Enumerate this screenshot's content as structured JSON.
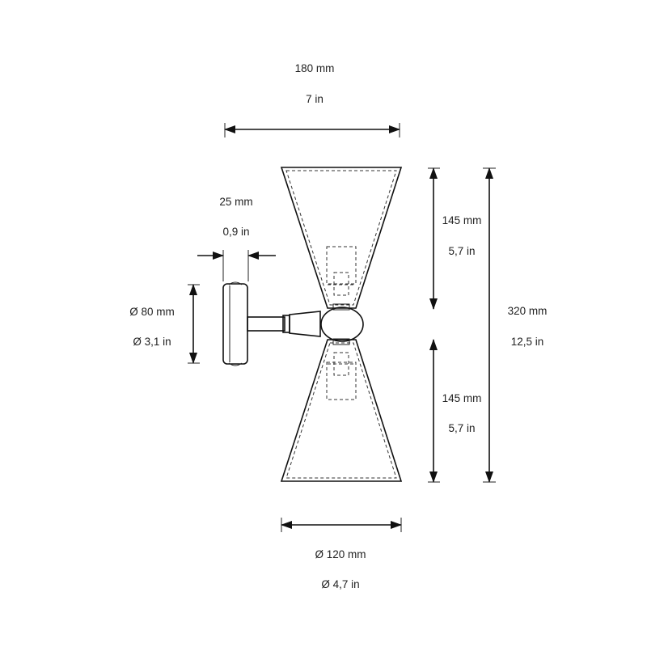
{
  "dimensions": {
    "top_width": {
      "metric": "180 mm",
      "imperial": "7 in"
    },
    "plate_depth": {
      "metric": "25 mm",
      "imperial": "0,9 in"
    },
    "plate_diameter": {
      "metric": "Ø 80 mm",
      "imperial": "Ø 3,1 in"
    },
    "upper_shade_height": {
      "metric": "145 mm",
      "imperial": "5,7 in"
    },
    "lower_shade_height": {
      "metric": "145 mm",
      "imperial": "5,7 in"
    },
    "total_height": {
      "metric": "320 mm",
      "imperial": "12,5 in"
    },
    "shade_diameter": {
      "metric": "Ø 120 mm",
      "imperial": "Ø 4,7 in"
    }
  },
  "colors": {
    "line": "#111111",
    "text": "#222222",
    "background": "#ffffff"
  }
}
